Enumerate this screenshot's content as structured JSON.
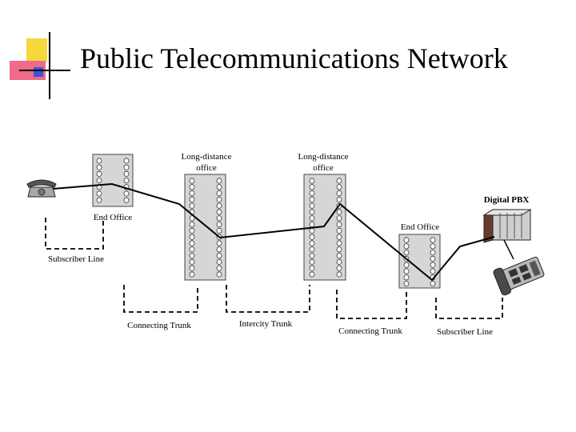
{
  "slide": {
    "title": "Public Telecommunications Network"
  },
  "colors": {
    "logo_yellow": "#f5d83a",
    "logo_red": "#f06a8a",
    "logo_blue": "#3a55d8",
    "switch_fill": "#d6d6d6"
  },
  "icons": [
    "telephone-icon",
    "digital-pbx-icon",
    "office-phone-icon"
  ],
  "diagram": {
    "nodes": {
      "end_office_left": "End Office",
      "long_distance_1": [
        "Long-distance",
        "office"
      ],
      "long_distance_2": [
        "Long-distance",
        "office"
      ],
      "end_office_right": "End Office",
      "digital_pbx": "Digital PBX"
    },
    "links": {
      "subscriber_line_left": "Subscriber Line",
      "connecting_trunk_left": "Connecting Trunk",
      "intercity_trunk": "Intercity Trunk",
      "connecting_trunk_right": "Connecting Trunk",
      "subscriber_line_right": "Subscriber Line"
    }
  }
}
